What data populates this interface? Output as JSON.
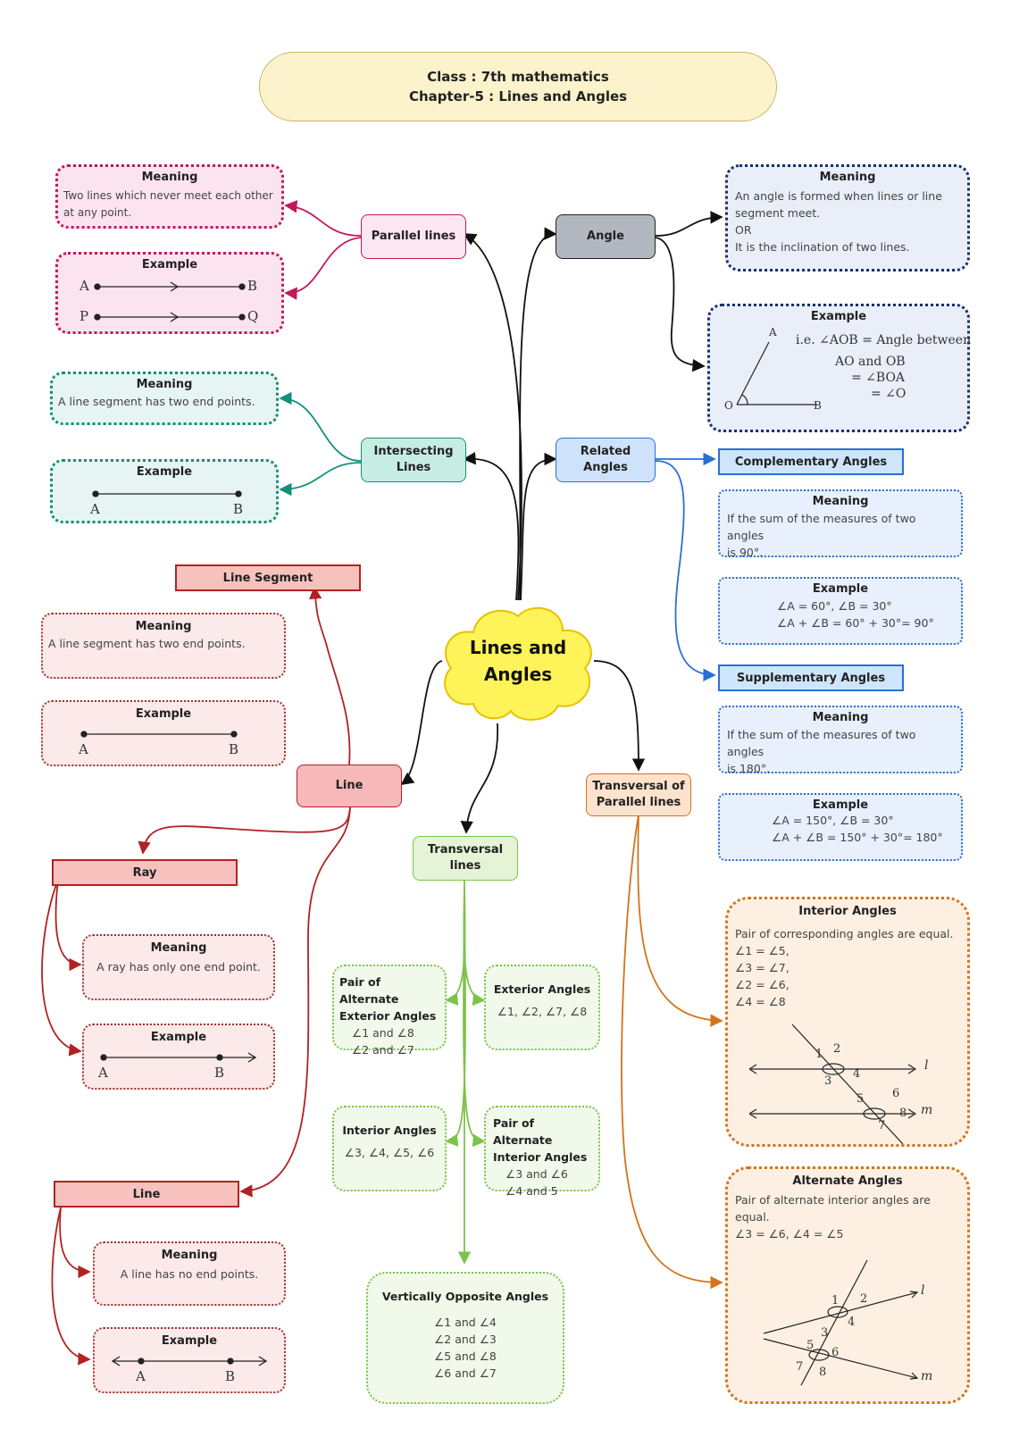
{
  "title": {
    "line1": "Class : 7th mathematics",
    "line2": "Chapter-5 : Lines and Angles"
  },
  "center": {
    "line1": "Lines and",
    "line2": "Angles"
  },
  "nodes": {
    "parallel_lines": "Parallel lines",
    "intersecting_lines": [
      "Intersecting",
      "Lines"
    ],
    "angle": "Angle",
    "related_angles": "Related Angles",
    "line_main": "Line",
    "transversal_lines": [
      "Transversal",
      "lines"
    ],
    "transversal_parallel": [
      "Transversal of",
      "Parallel lines"
    ]
  },
  "parallel": {
    "meaning_title": "Meaning",
    "meaning_text": [
      "Two lines which never meet each other",
      "at any point."
    ],
    "example_title": "Example",
    "labels": [
      "A",
      "B",
      "P",
      "Q"
    ]
  },
  "intersecting": {
    "meaning_title": "Meaning",
    "meaning_text": "A line segment has two end points.",
    "example_title": "Example",
    "labels": [
      "A",
      "B"
    ]
  },
  "angle": {
    "meaning_title": "Meaning",
    "meaning_text": [
      "An angle is formed when lines or line",
      "segment meet.",
      "OR",
      "It is the inclination of two lines."
    ],
    "example_title": "Example",
    "point_labels": [
      "A",
      "O",
      "B"
    ],
    "example_lines": [
      "i.e. ∠AOB = Angle between",
      "AO and OB",
      "= ∠BOA",
      "= ∠O"
    ]
  },
  "complementary": {
    "header": "Complementary Angles",
    "meaning_title": "Meaning",
    "meaning_text": [
      "If the sum of the measures of two angles",
      "is 90°."
    ],
    "example_title": "Example",
    "example_lines": [
      "∠A = 60°, ∠B = 30°",
      "∠A + ∠B = 60° + 30°= 90°"
    ]
  },
  "supplementary": {
    "header": "Supplementary Angles",
    "meaning_title": "Meaning",
    "meaning_text": [
      "If the sum of the measures of two angles",
      "is 180°."
    ],
    "example_title": "Example",
    "example_lines": [
      "∠A = 150°, ∠B = 30°",
      "∠A + ∠B = 150° + 30°= 180°"
    ]
  },
  "line_segment": {
    "header": "Line Segment",
    "meaning_title": "Meaning",
    "meaning_text": "A line segment has two end points.",
    "example_title": "Example",
    "labels": [
      "A",
      "B"
    ]
  },
  "ray": {
    "header": "Ray",
    "meaning_title": "Meaning",
    "meaning_text": "A ray has only one end point.",
    "example_title": "Example",
    "labels": [
      "A",
      "B"
    ]
  },
  "line_sub": {
    "header": "Line",
    "meaning_title": "Meaning",
    "meaning_text": "A line has no end points.",
    "example_title": "Example",
    "labels": [
      "A",
      "B"
    ]
  },
  "transversal": {
    "alt_exterior": {
      "title": [
        "Pair of Alternate",
        "Exterior Angles"
      ],
      "lines": [
        "∠1 and ∠8",
        "∠2 and ∠7"
      ]
    },
    "exterior": {
      "title": "Exterior Angles",
      "lines": [
        "∠1, ∠2, ∠7, ∠8"
      ]
    },
    "interior": {
      "title": "Interior Angles",
      "lines": [
        "∠3, ∠4, ∠5, ∠6"
      ]
    },
    "alt_interior": {
      "title": [
        "Pair of Alternate",
        "Interior Angles"
      ],
      "lines": [
        "∠3 and ∠6",
        "∠4 and 5"
      ]
    },
    "vertical": {
      "title": "Vertically Opposite Angles",
      "lines": [
        "∠1 and ∠4",
        "∠2 and ∠3",
        "∠5 and ∠8",
        "∠6 and ∠7"
      ]
    }
  },
  "interior_angles_box": {
    "title": "Interior Angles",
    "lines": [
      "Pair of corresponding angles are equal.",
      "∠1 = ∠5,",
      "∠3 = ∠7,",
      "∠2 = ∠6,",
      "∠4 = ∠8"
    ],
    "fig_numbers": [
      "1",
      "2",
      "3",
      "4",
      "5",
      "6",
      "7",
      "8"
    ],
    "fig_lines": [
      "l",
      "m"
    ]
  },
  "alternate_angles_box": {
    "title": "Alternate Angles",
    "lines": [
      "Pair of alternate interior angles are",
      "equal.",
      "∠3 = ∠6, ∠4 = ∠5"
    ],
    "fig_numbers": [
      "1",
      "2",
      "3",
      "4",
      "5",
      "6",
      "7",
      "8"
    ],
    "fig_lines": [
      "l",
      "m"
    ]
  },
  "colors": {
    "pink": "#c2185b",
    "teal": "#138f7a",
    "red": "#a33030",
    "navy": "#1a2f6a",
    "blue": "#2a6fd6",
    "green": "#7cc34a",
    "orange": "#d2741a",
    "black": "#111111"
  }
}
